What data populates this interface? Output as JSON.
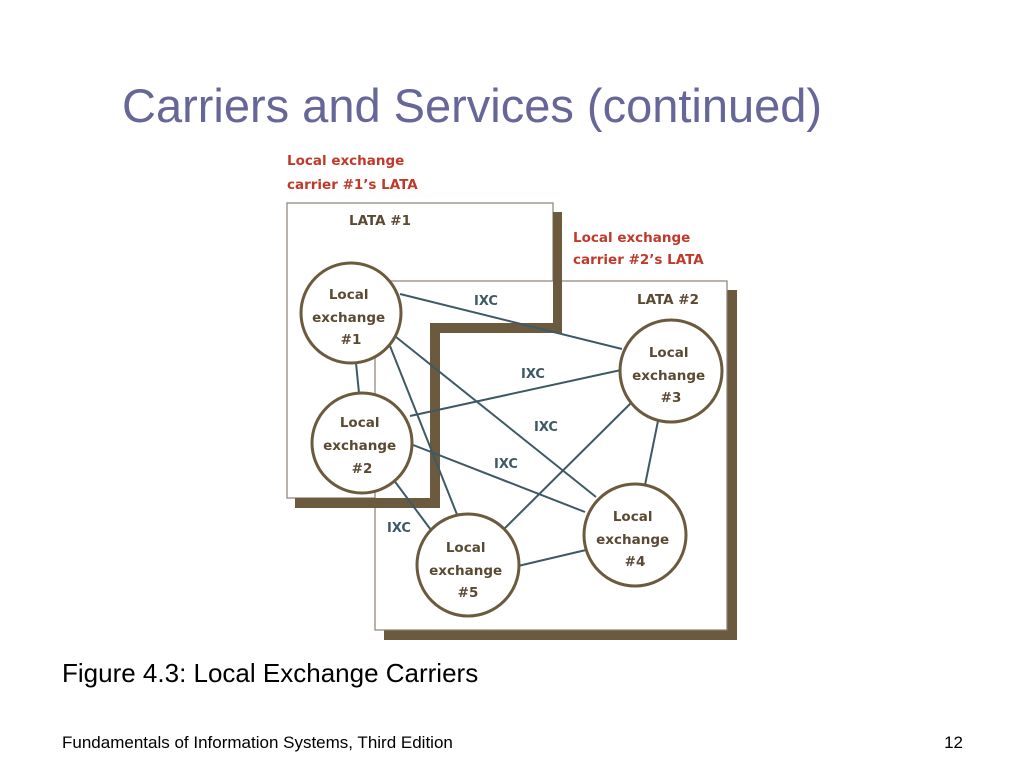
{
  "slide": {
    "title": "Carriers and Services (continued)",
    "caption": "Figure 4.3: Local Exchange Carriers",
    "footer": "Fundamentals of Information Systems, Third Edition",
    "page_number": "12"
  },
  "colors": {
    "title": "#666699",
    "carrier_label": "#c0392b",
    "shadow": "#6b5a3e",
    "node_text": "#5a4a32",
    "link_line": "#3d5a64"
  },
  "diagram": {
    "carrier1_label": [
      "Local exchange",
      "carrier #1’s LATA"
    ],
    "carrier2_label": [
      "Local exchange",
      "carrier #2’s LATA"
    ],
    "lata1": "LATA #1",
    "lata2": "LATA #2",
    "nodes": {
      "le1": [
        "Local",
        "exchange",
        "#1"
      ],
      "le2": [
        "Local",
        "exchange",
        "#2"
      ],
      "le3": [
        "Local",
        "exchange",
        "#3"
      ],
      "le4": [
        "Local",
        "exchange",
        "#4"
      ],
      "le5": [
        "Local",
        "exchange",
        "#5"
      ]
    },
    "ixc_label": "IXC"
  }
}
